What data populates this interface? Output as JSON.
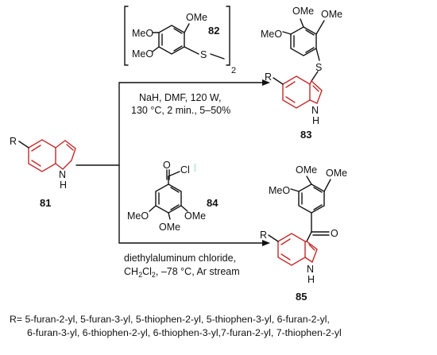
{
  "atoms": {
    "R": "R",
    "N": "N",
    "H": "H",
    "S": "S",
    "O": "O",
    "Cl": "Cl",
    "OMe": "OMe",
    "MeO": "MeO",
    "sub2": "2"
  },
  "compounds": {
    "c81": "81",
    "c82": "82",
    "c83": "83",
    "c84": "84",
    "c85": "85"
  },
  "conditions": {
    "top_line1": "NaH, DMF, 120 W,",
    "top_line2": "130 °C, 2 min., 5–50%",
    "bottom_line1": "diethylaluminum chloride,",
    "bottom_line2_a": "CH",
    "bottom_line2_sub1": "2",
    "bottom_line2_b": "Cl",
    "bottom_line2_sub2": "2",
    "bottom_line2_c": ", –78 °C, Ar stream"
  },
  "footnote": {
    "line1": "R= 5-furan-2-yl, 5-furan-3-yl, 5-thiophen-2-yl, 5-thiophen-3-yl, 6-furan-2-yl,",
    "line2": "6-furan-3-yl, 6-thiophen-2-yl, 6-thiophen-3-yl,7-furan-2-yl, 7-thiophen-2-yl"
  },
  "colors": {
    "indole_core": "#c62828",
    "text": "#111111",
    "accent_mark": "#d6efe9"
  }
}
